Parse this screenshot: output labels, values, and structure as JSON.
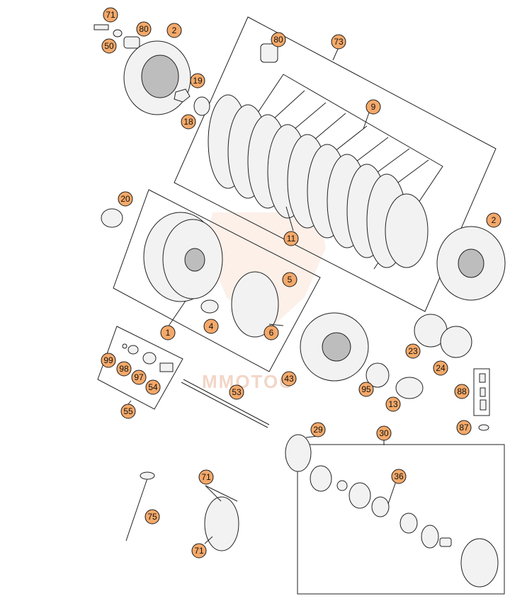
{
  "callouts": {
    "c71a": "71",
    "c80a": "80",
    "c2a": "2",
    "c50": "50",
    "c19": "19",
    "c18": "18",
    "c80b": "80",
    "c73": "73",
    "c9": "9",
    "c20": "20",
    "c11": "11",
    "c2b": "2",
    "c5": "5",
    "c4": "4",
    "c6": "6",
    "c1": "1",
    "c99": "99",
    "c98": "98",
    "c97": "97",
    "c54": "54",
    "c55": "55",
    "c53": "53",
    "c43": "43",
    "c95": "95",
    "c23": "23",
    "c24": "24",
    "c13": "13",
    "c88": "88",
    "c87": "87",
    "c29": "29",
    "c30": "30",
    "c36": "36",
    "c71b": "71",
    "c71c": "71",
    "c75": "75"
  },
  "watermark": "MMOTOC",
  "colors": {
    "callout_fill": "#f4a96a",
    "line": "#222222",
    "watermark": "#e9b59a"
  }
}
